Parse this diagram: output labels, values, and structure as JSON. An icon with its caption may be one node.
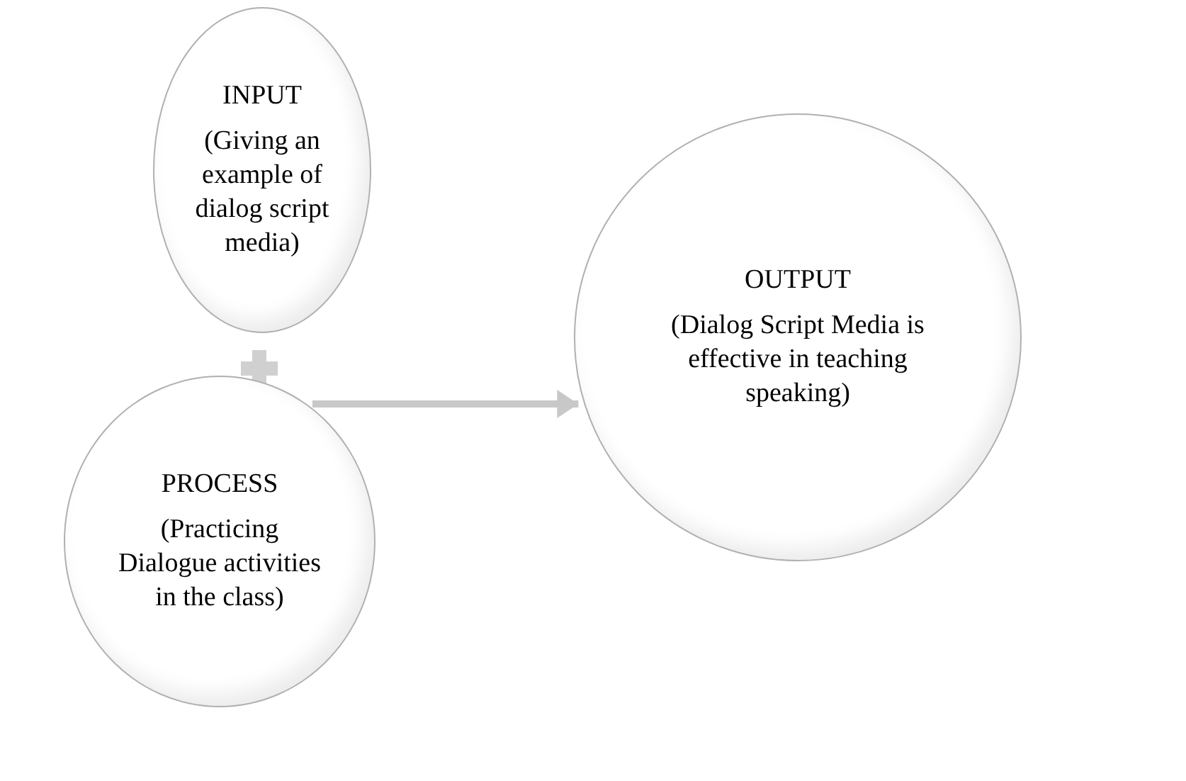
{
  "diagram": {
    "nodes": [
      {
        "text": [
          "INPUT",
          "(Giving an example of dialog script media)"
        ]
      },
      {
        "text": [
          "PROCESS",
          "(Practicing Dialogue activities in the class)"
        ]
      },
      {
        "text": [
          "OUTPUT",
          "(Dialog Script Media is effective in teaching speaking)"
        ]
      }
    ],
    "edges": [
      {
        "from": 1,
        "to": 2,
        "arrow": "to"
      }
    ]
  }
}
